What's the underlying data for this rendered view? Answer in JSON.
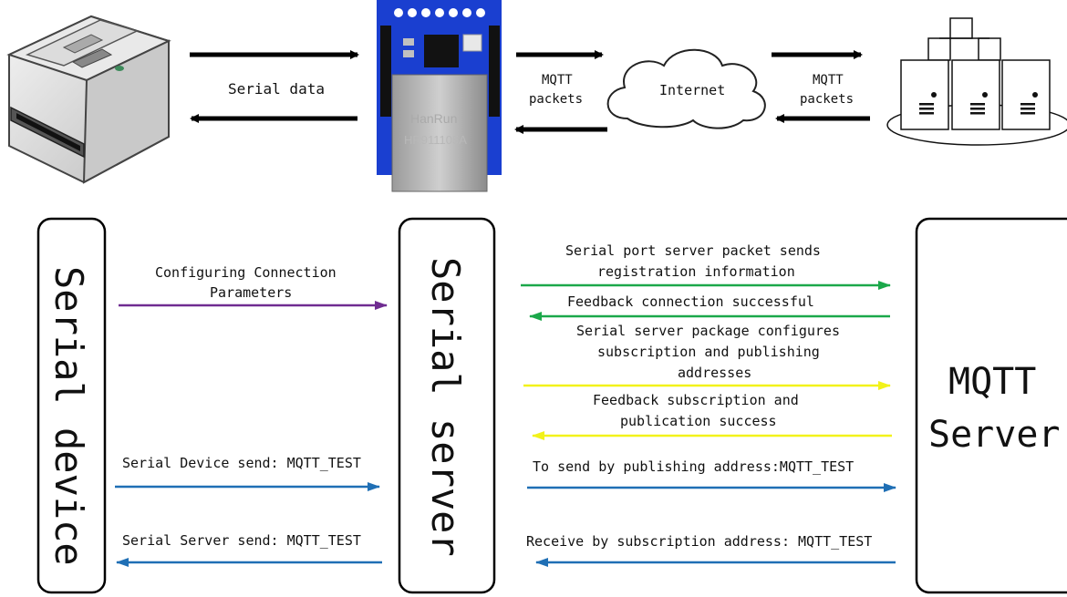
{
  "top": {
    "serial_data": "Serial data",
    "mqtt_left_1": "MQTT",
    "mqtt_left_2": "packets",
    "internet": "Internet",
    "mqtt_right_1": "MQTT",
    "mqtt_right_2": "packets",
    "module_brand": "HanRun",
    "module_part": "HR911105A"
  },
  "lanes": {
    "serial_device": "Serial device",
    "serial_server": "Serial server",
    "mqtt_1": "MQTT",
    "mqtt_2": "Server"
  },
  "messages": {
    "config_1": "Configuring Connection",
    "config_2": "Parameters",
    "dev_send": "Serial Device send: MQTT_TEST",
    "srv_send": "Serial Server send: MQTT_TEST",
    "reg_1": "Serial port server packet sends",
    "reg_2": "registration information",
    "conn_ok": "Feedback connection successful",
    "sub_1": "Serial server package configures",
    "sub_2": "subscription and publishing",
    "sub_3": "addresses",
    "fb_1": "Feedback subscription and",
    "fb_2": "publication success",
    "pub": "To send by publishing address:MQTT_TEST",
    "recv": "Receive by subscription address: MQTT_TEST"
  },
  "colors": {
    "purple": "#6f2c91",
    "green": "#1ba84a",
    "yellow": "#f2f21a",
    "blue": "#1f6fb5",
    "black": "#000000",
    "pcb_blue": "#1a3fd0"
  }
}
